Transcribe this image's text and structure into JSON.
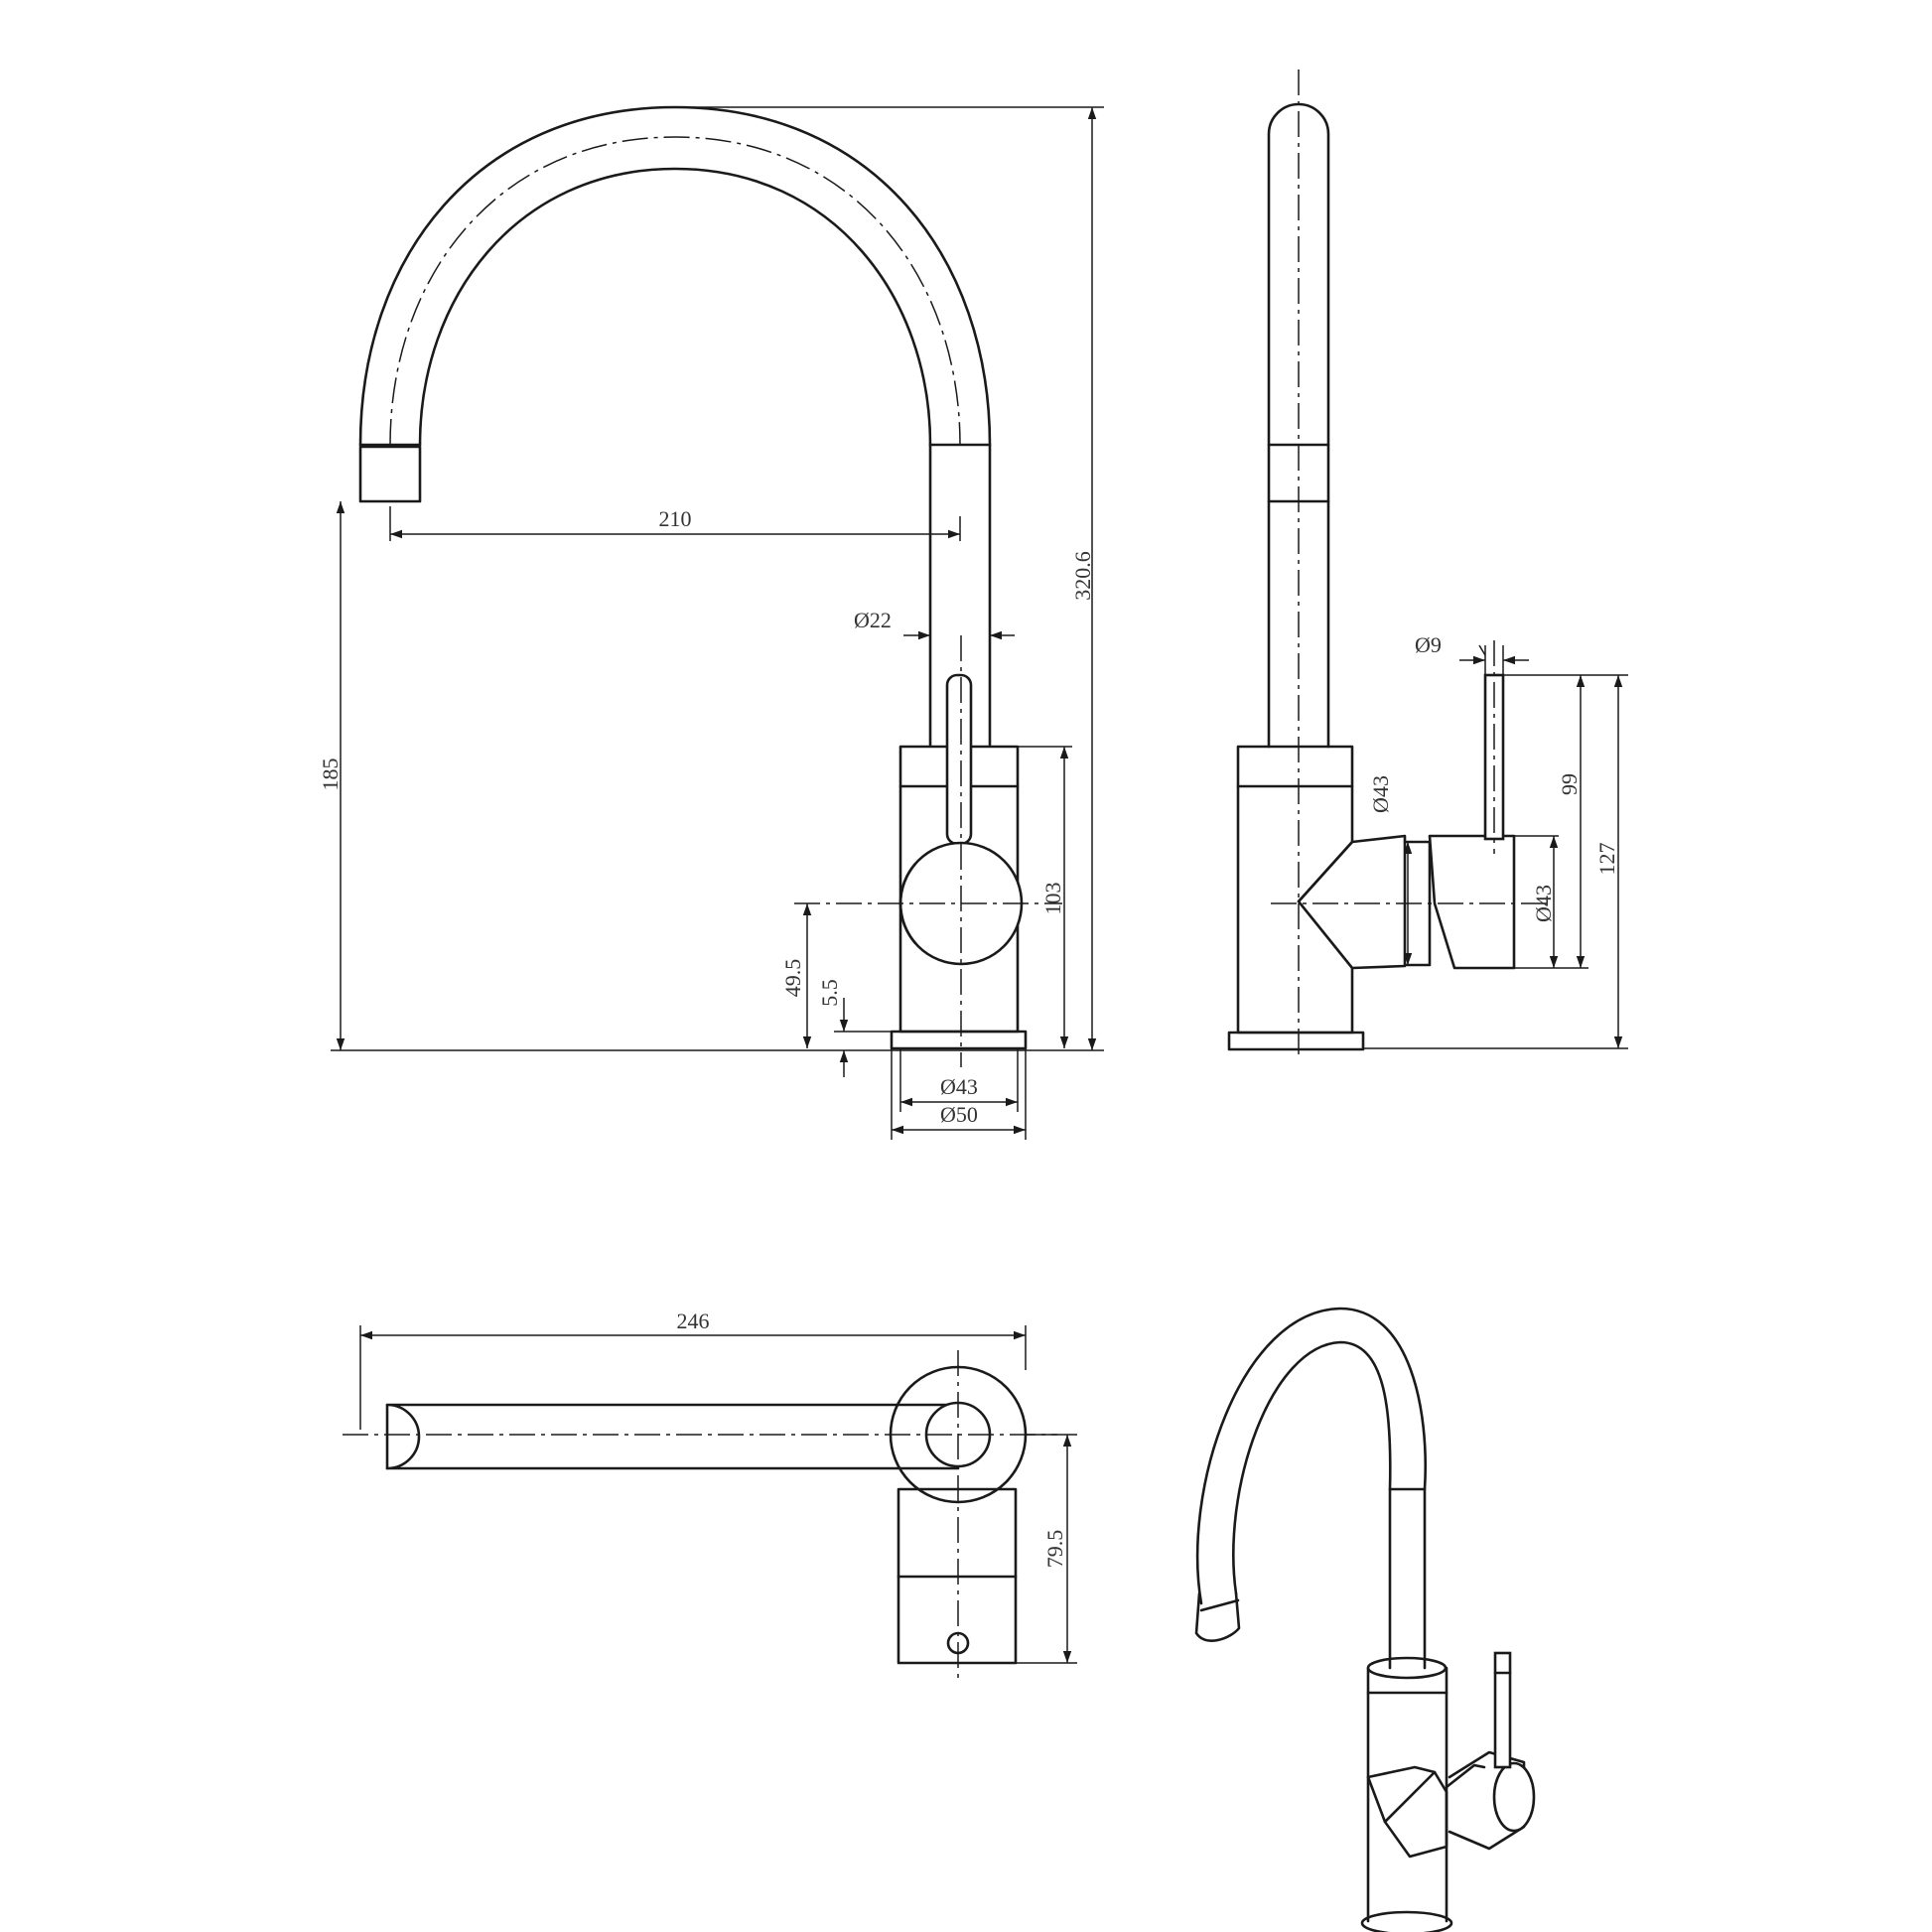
{
  "drawing": {
    "front_view": {
      "dim_reach": "210",
      "dim_height_total": "320.6",
      "dim_spout_outlet_height": "185",
      "dim_spout_diameter": "Ø22",
      "dim_body_height": "103",
      "dim_handle_axis_height": "49.5",
      "dim_base_height": "5.5",
      "dim_base_inner_diameter": "Ø43",
      "dim_base_outer_diameter": "Ø50"
    },
    "side_view": {
      "dim_lever_diameter": "Ø9",
      "dim_body_diameter": "Ø43",
      "dim_handle_diameter": "Ø43",
      "dim_lever_height": "99",
      "dim_handle_total_height": "127"
    },
    "top_view": {
      "dim_length": "246",
      "dim_offset": "79.5"
    }
  }
}
